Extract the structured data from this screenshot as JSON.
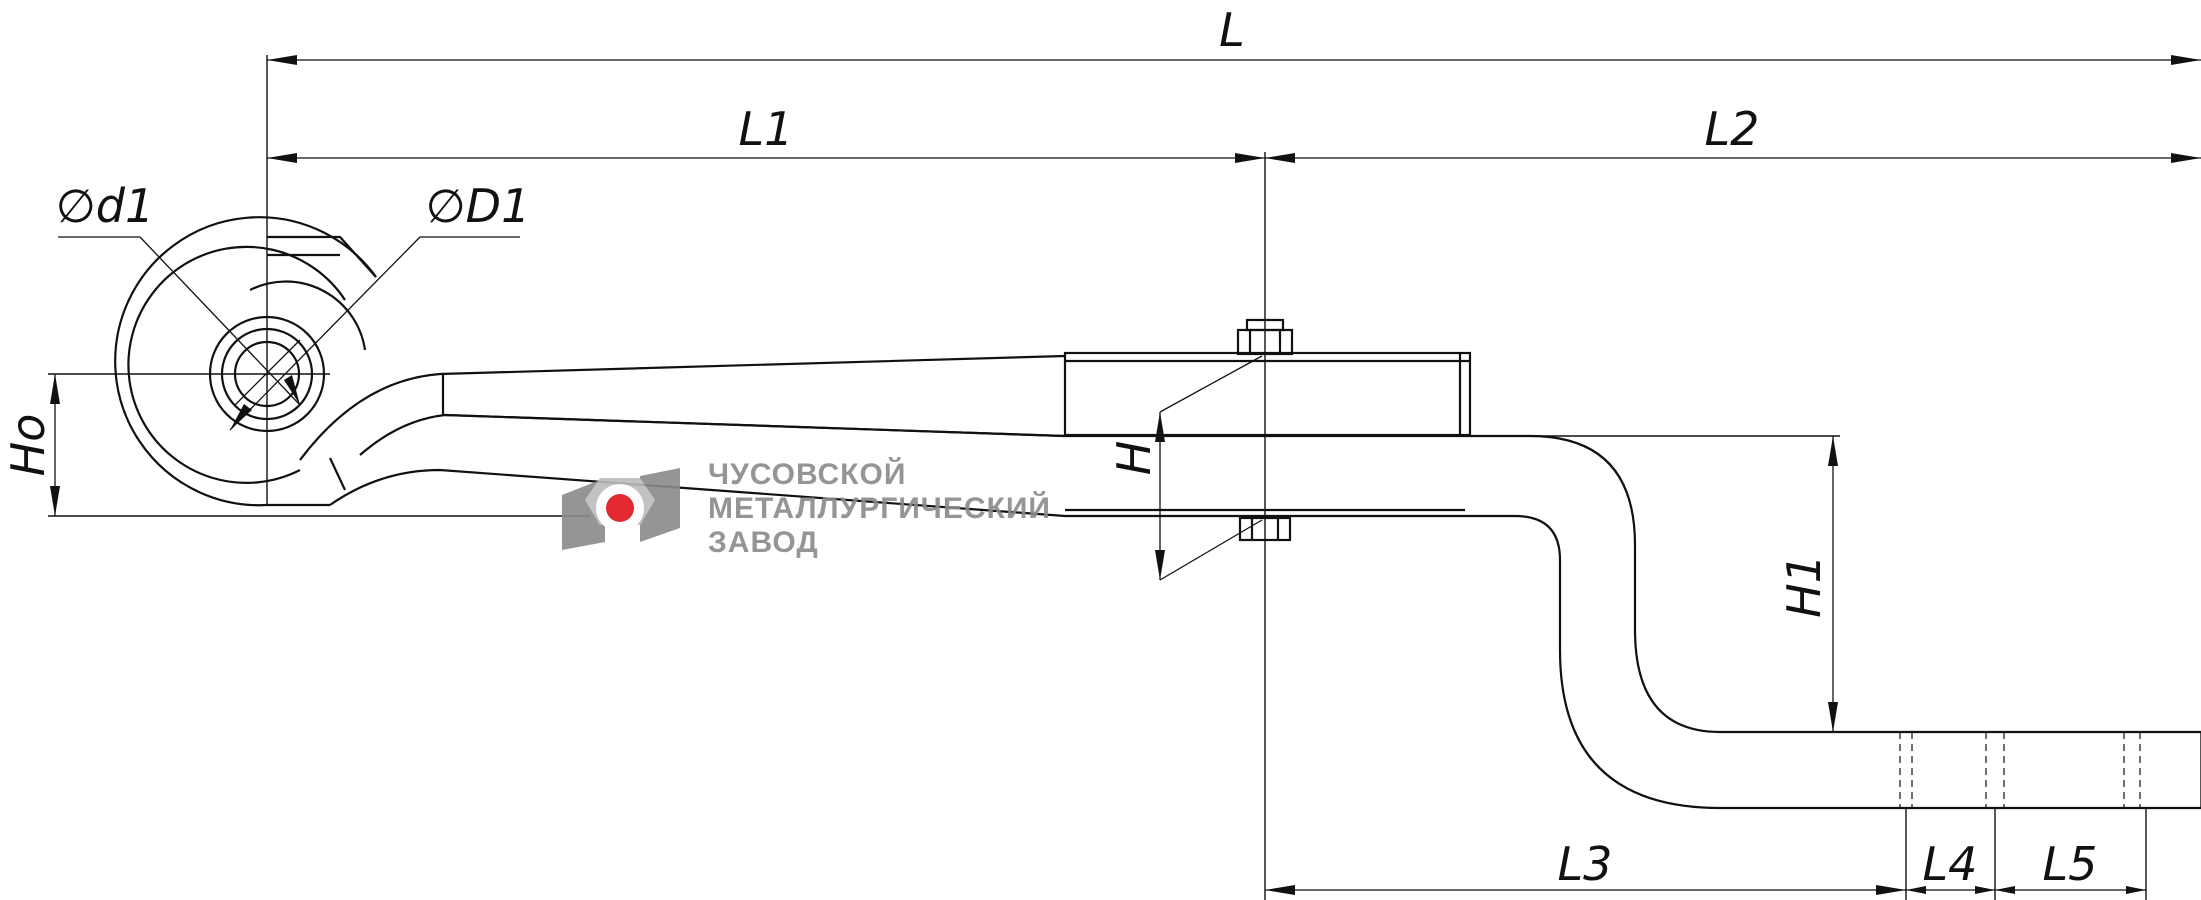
{
  "labels": {
    "L": "L",
    "L1": "L1",
    "L2": "L2",
    "L3": "L3",
    "L4": "L4",
    "L5": "L5",
    "H": "H",
    "Ho": "Ho",
    "H1": "H1",
    "d1": "∅d1",
    "D1": "∅D1"
  },
  "watermark": {
    "line1": "ЧУСОВСКОЙ",
    "line2": "МЕТАЛЛУРГИЧЕСКИЙ",
    "line3": "ЗАВОД",
    "accent_color": "#e0141e",
    "gray_color": "#8a8a8a"
  }
}
